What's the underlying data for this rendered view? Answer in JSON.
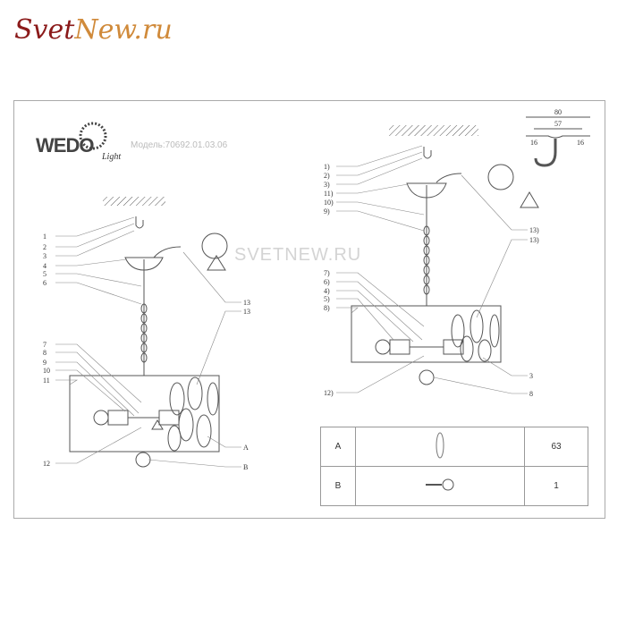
{
  "site_logo": {
    "part1": "Svet",
    "part2": "New.ru"
  },
  "brand": {
    "name": "WEDO",
    "sub": "Light"
  },
  "model_label": "Модель:70692.01.03.06",
  "watermark": "SVETNEW.RU",
  "left_diagram": {
    "left_labels": [
      "1",
      "2",
      "3",
      "4",
      "5",
      "6",
      "7",
      "8",
      "9",
      "10",
      "11",
      "12"
    ],
    "right_labels": [
      "13",
      "13",
      "A",
      "B"
    ]
  },
  "right_diagram": {
    "left_labels": [
      "1)",
      "2)",
      "3)",
      "11)",
      "10)",
      "9)",
      "7)",
      "6)",
      "4)",
      "5)",
      "8)",
      "12)"
    ],
    "right_labels": [
      "13)",
      "13)",
      "3",
      "8"
    ]
  },
  "hook_dimensions": {
    "total": "80",
    "inner": "57",
    "left": "16",
    "right": "16"
  },
  "parts_table": [
    {
      "id": "A",
      "icon": "crystal-drop",
      "qty": "63"
    },
    {
      "id": "B",
      "icon": "crystal-ball-pendant",
      "qty": "1"
    }
  ]
}
